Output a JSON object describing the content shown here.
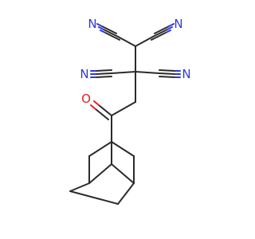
{
  "molecule": {
    "colors": {
      "bond": "#2b2b2b",
      "nitrogen": "#2e3ad0",
      "oxygen": "#e02020",
      "background": "#ffffff"
    },
    "labels": {
      "n_top_left": "N",
      "n_top_right": "N",
      "n_mid_left": "N",
      "n_mid_right": "N",
      "o_carbonyl": "O"
    }
  }
}
